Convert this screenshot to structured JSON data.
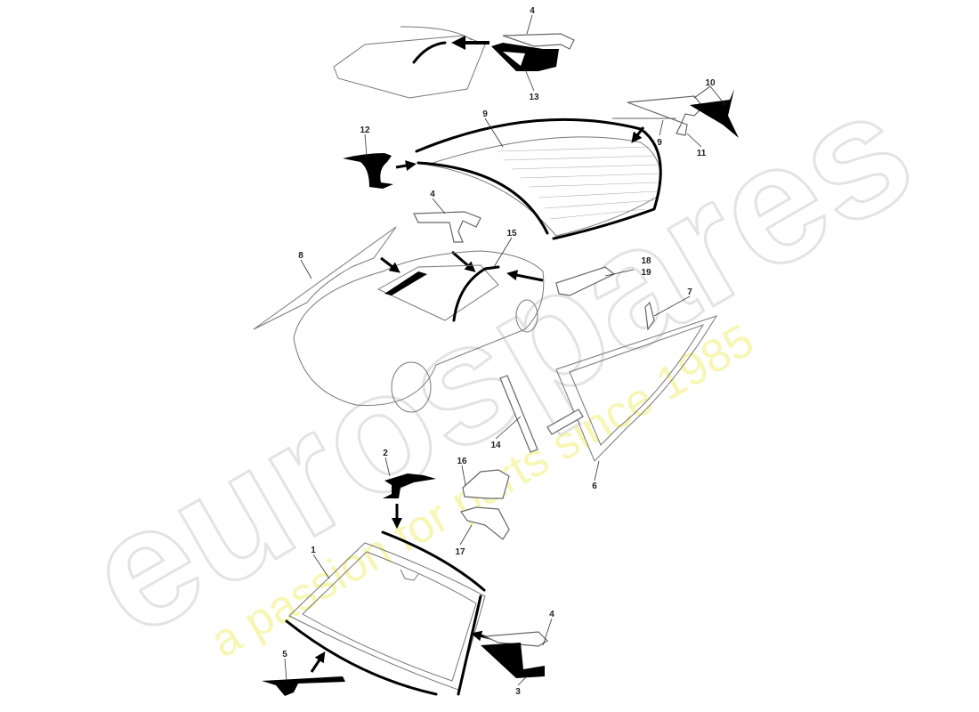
{
  "watermark": {
    "brand": "eurospares",
    "tagline": "a passion for parts since 1985",
    "brand_color": "#d8d8d8",
    "tagline_color": "#f2f07a"
  },
  "callouts": [
    "4",
    "13",
    "10",
    "9",
    "9",
    "11",
    "12",
    "4",
    "8",
    "15",
    "18",
    "19",
    "7",
    "14",
    "16",
    "2",
    "6",
    "17",
    "1",
    "4",
    "5",
    "3"
  ],
  "colors": {
    "line": "#000000",
    "outline": "#777777"
  }
}
